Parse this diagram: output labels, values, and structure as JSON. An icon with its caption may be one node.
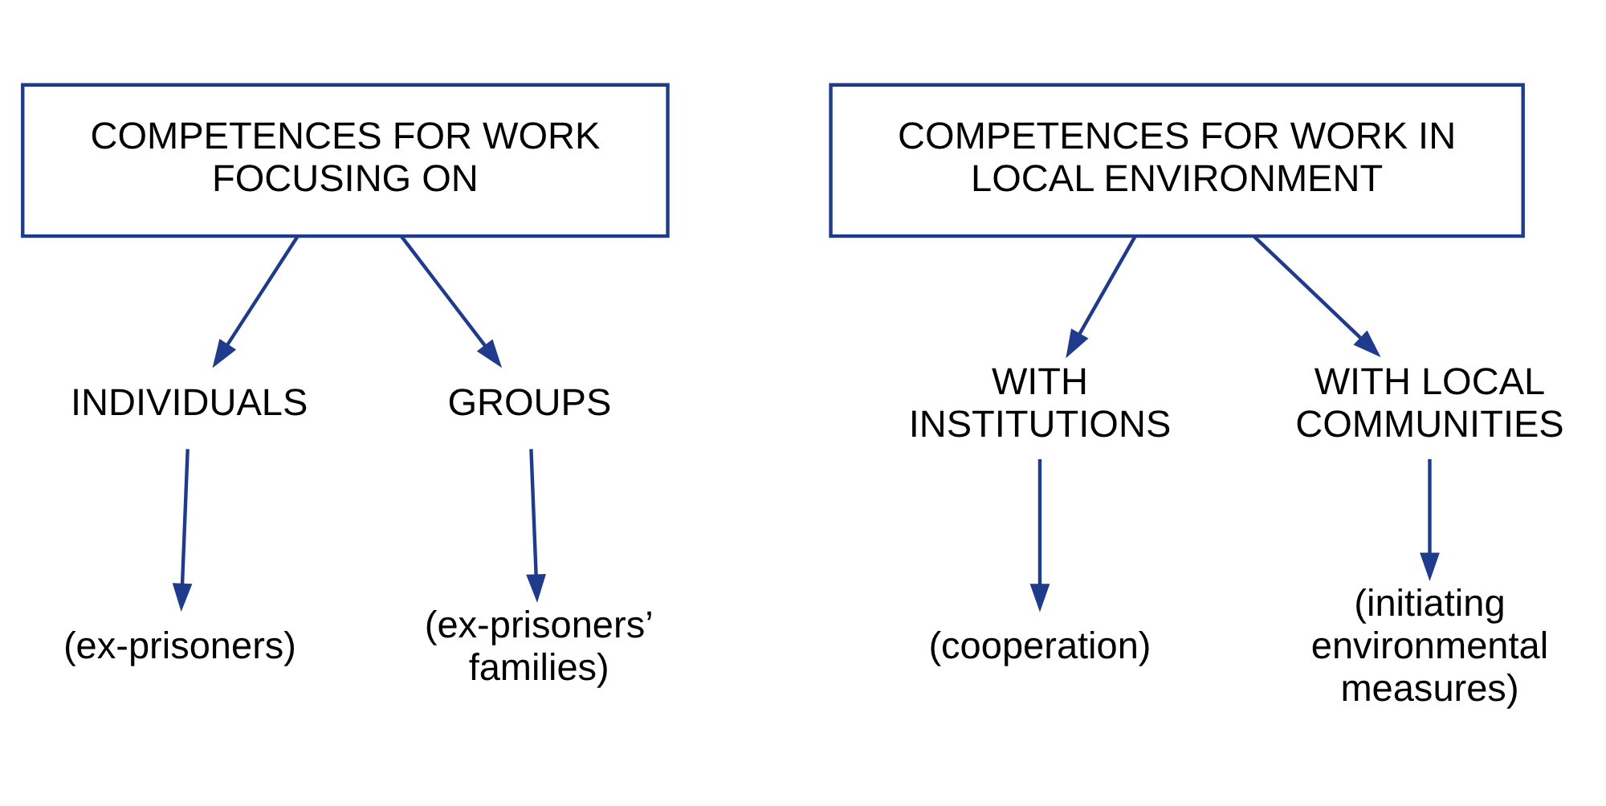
{
  "diagram": {
    "nodes": [
      {
        "text": [
          "COMPETENCES FOR WORK FOCUSING ON"
        ]
      },
      {
        "text": [
          "COMPETENCES FOR WORK IN LOCAL ENVIRONMENT"
        ]
      },
      {
        "text": [
          "INDIVIDUALS"
        ]
      },
      {
        "text": [
          "GROUPS"
        ]
      },
      {
        "text": [
          "WITH INSTITUTIONS"
        ]
      },
      {
        "text": [
          "WITH LOCAL COMMUNITIES"
        ]
      },
      {
        "text": [
          "(ex-prisoners)"
        ]
      },
      {
        "text": [
          "(ex-prisoners’ families)"
        ]
      },
      {
        "text": [
          "(cooperation)"
        ]
      },
      {
        "text": [
          "(initiating environmental measures)"
        ]
      }
    ],
    "edges": [
      {
        "from": 0,
        "to": 2,
        "arrow": "to"
      },
      {
        "from": 0,
        "to": 3,
        "arrow": "to"
      },
      {
        "from": 1,
        "to": 4,
        "arrow": "to"
      },
      {
        "from": 1,
        "to": 5,
        "arrow": "to"
      },
      {
        "from": 2,
        "to": 6,
        "arrow": "to"
      },
      {
        "from": 3,
        "to": 7,
        "arrow": "to"
      },
      {
        "from": 4,
        "to": 8,
        "arrow": "to"
      },
      {
        "from": 5,
        "to": 9,
        "arrow": "to"
      }
    ]
  }
}
